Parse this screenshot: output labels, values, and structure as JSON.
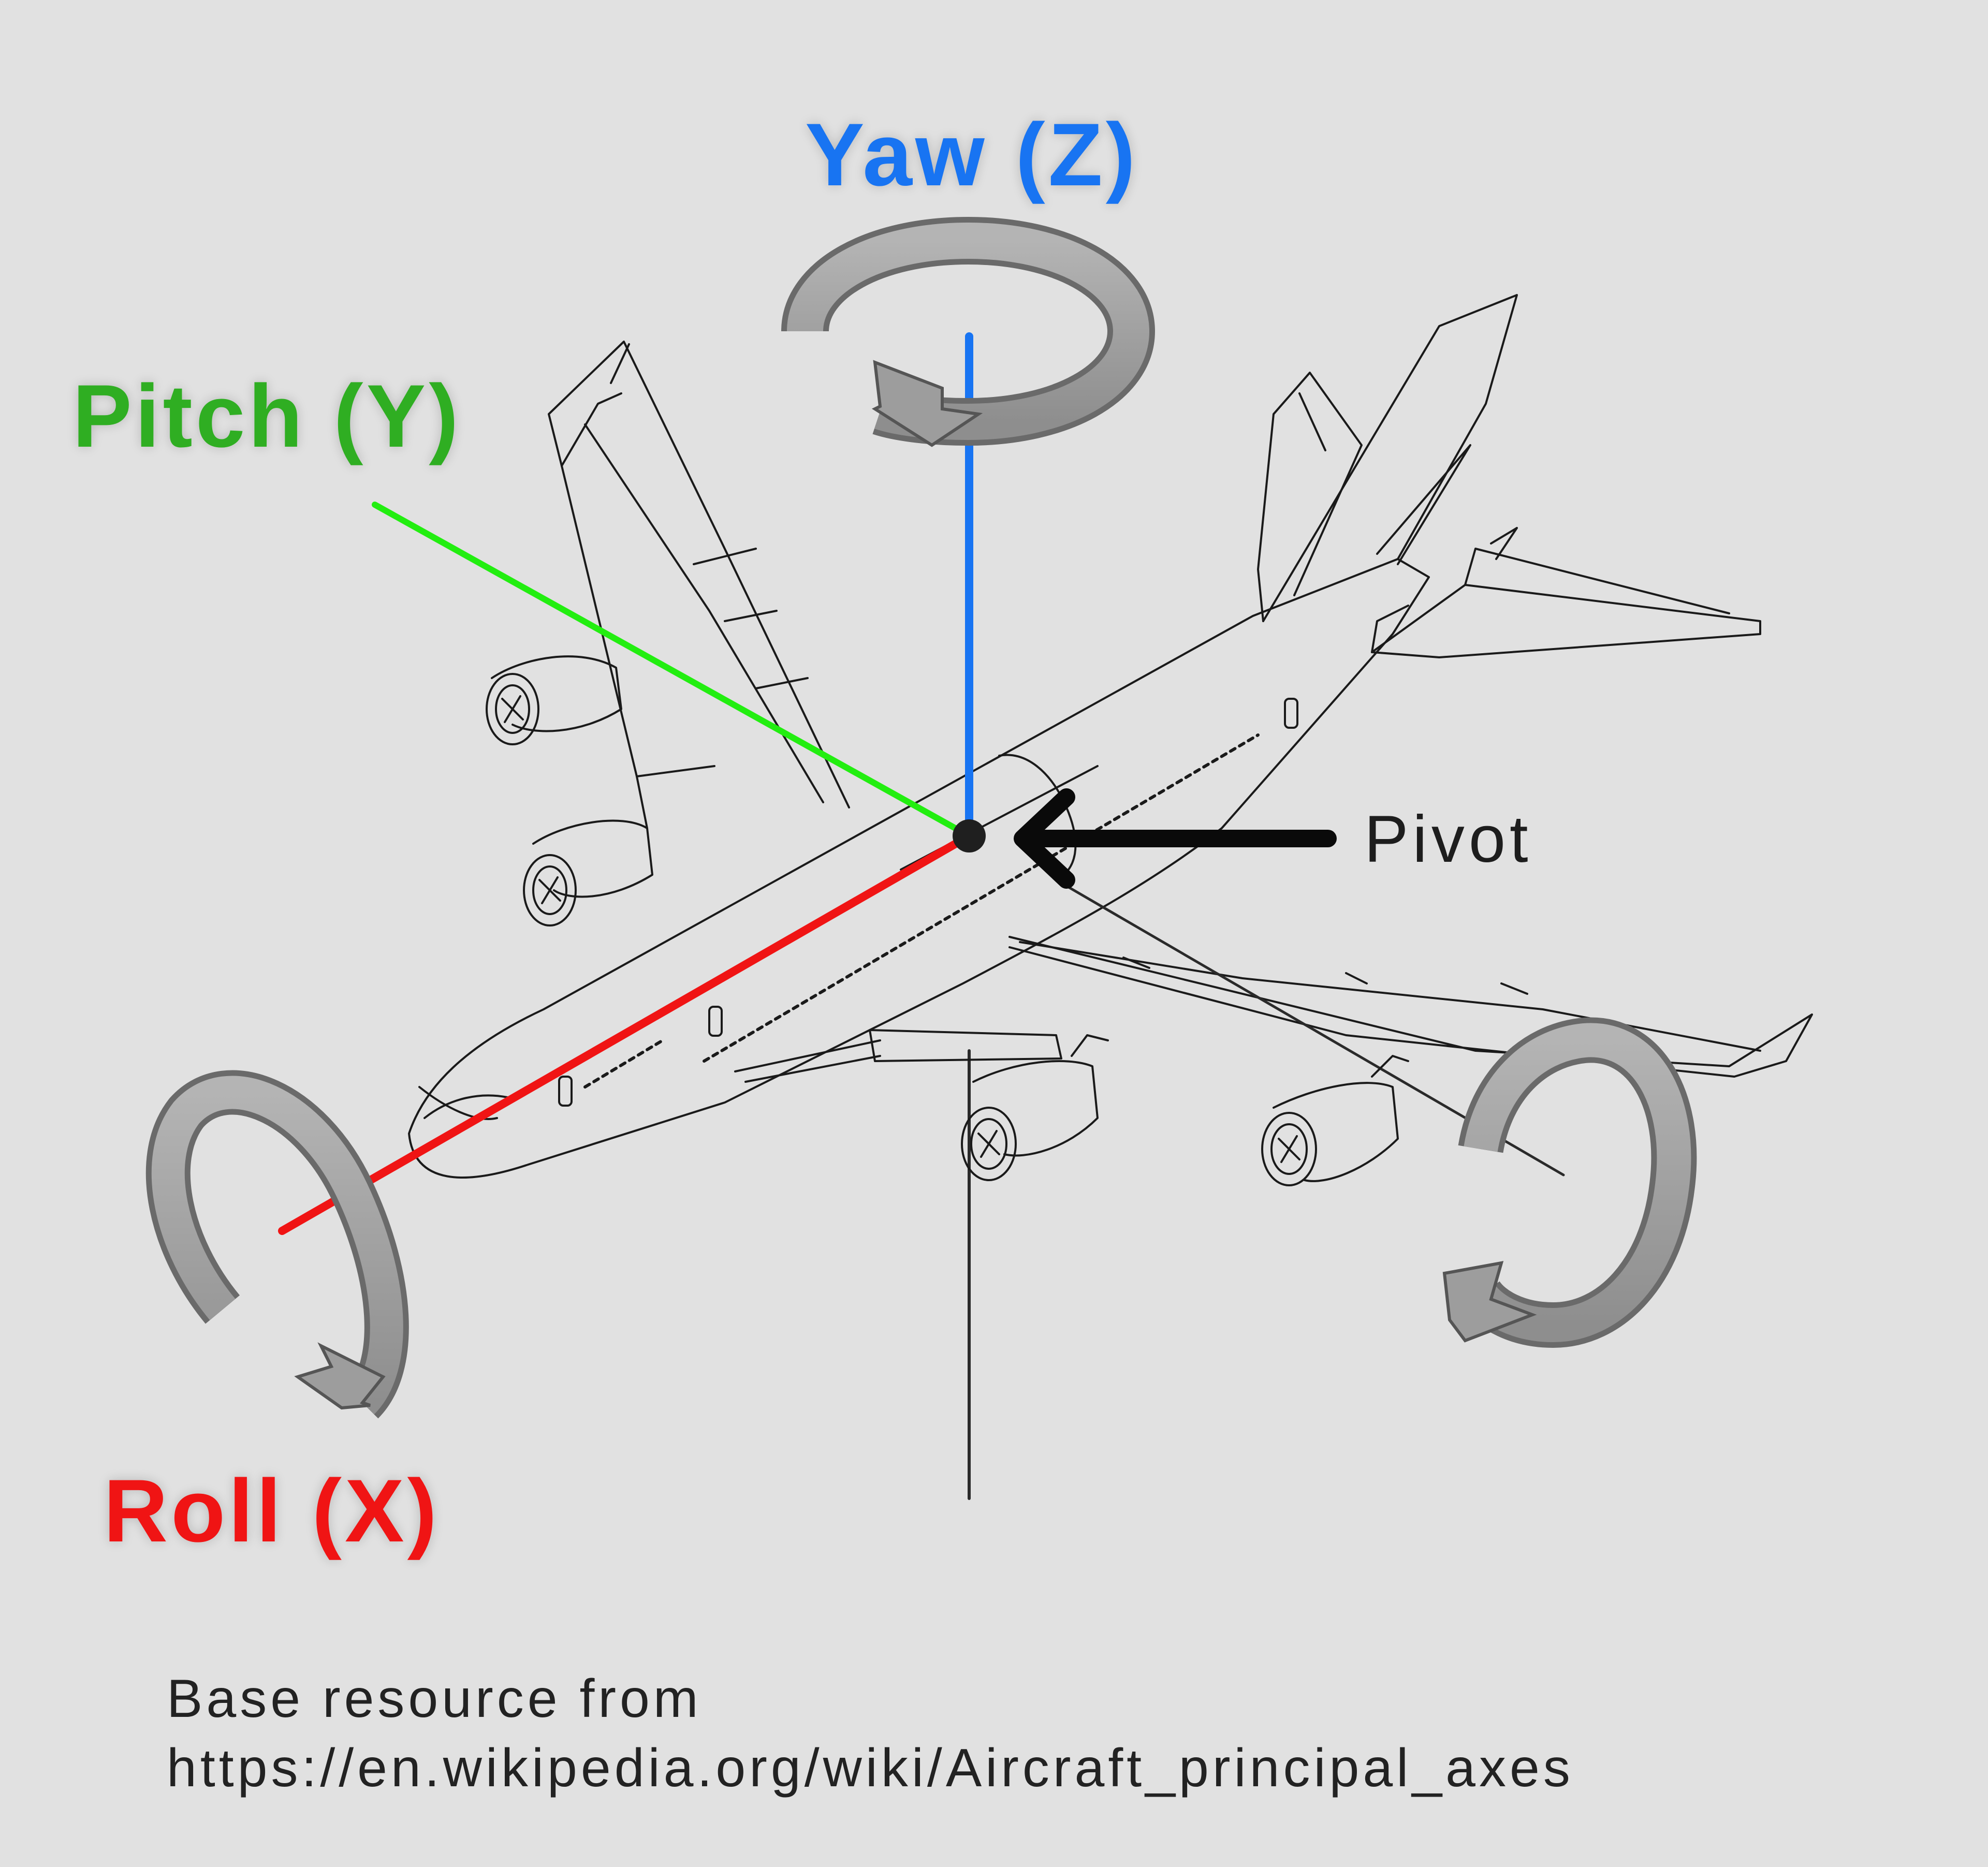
{
  "labels": {
    "yaw": "Yaw (Z)",
    "pitch": "Pitch (Y)",
    "roll": "Roll (X)",
    "pivot": "Pivot"
  },
  "credit": {
    "line1": "Base resource from",
    "line2": "https://en.wikipedia.org/wiki/Aircraft_principal_axes"
  },
  "colors": {
    "background": "#e1e1e1",
    "yaw_axis": "#1874f2",
    "pitch_axis": "#2fae22",
    "pitch_line": "#22ee10",
    "roll_axis": "#f01414",
    "rotation_arrow": "#9d9d9d",
    "aircraft_outline": "#1a1a1a"
  },
  "icons": {
    "yaw_rotation": "circular-arrow-icon",
    "roll_rotation": "circular-arrow-icon",
    "pitch_rotation": "circular-arrow-icon",
    "pivot_pointer": "arrow-left-icon"
  }
}
